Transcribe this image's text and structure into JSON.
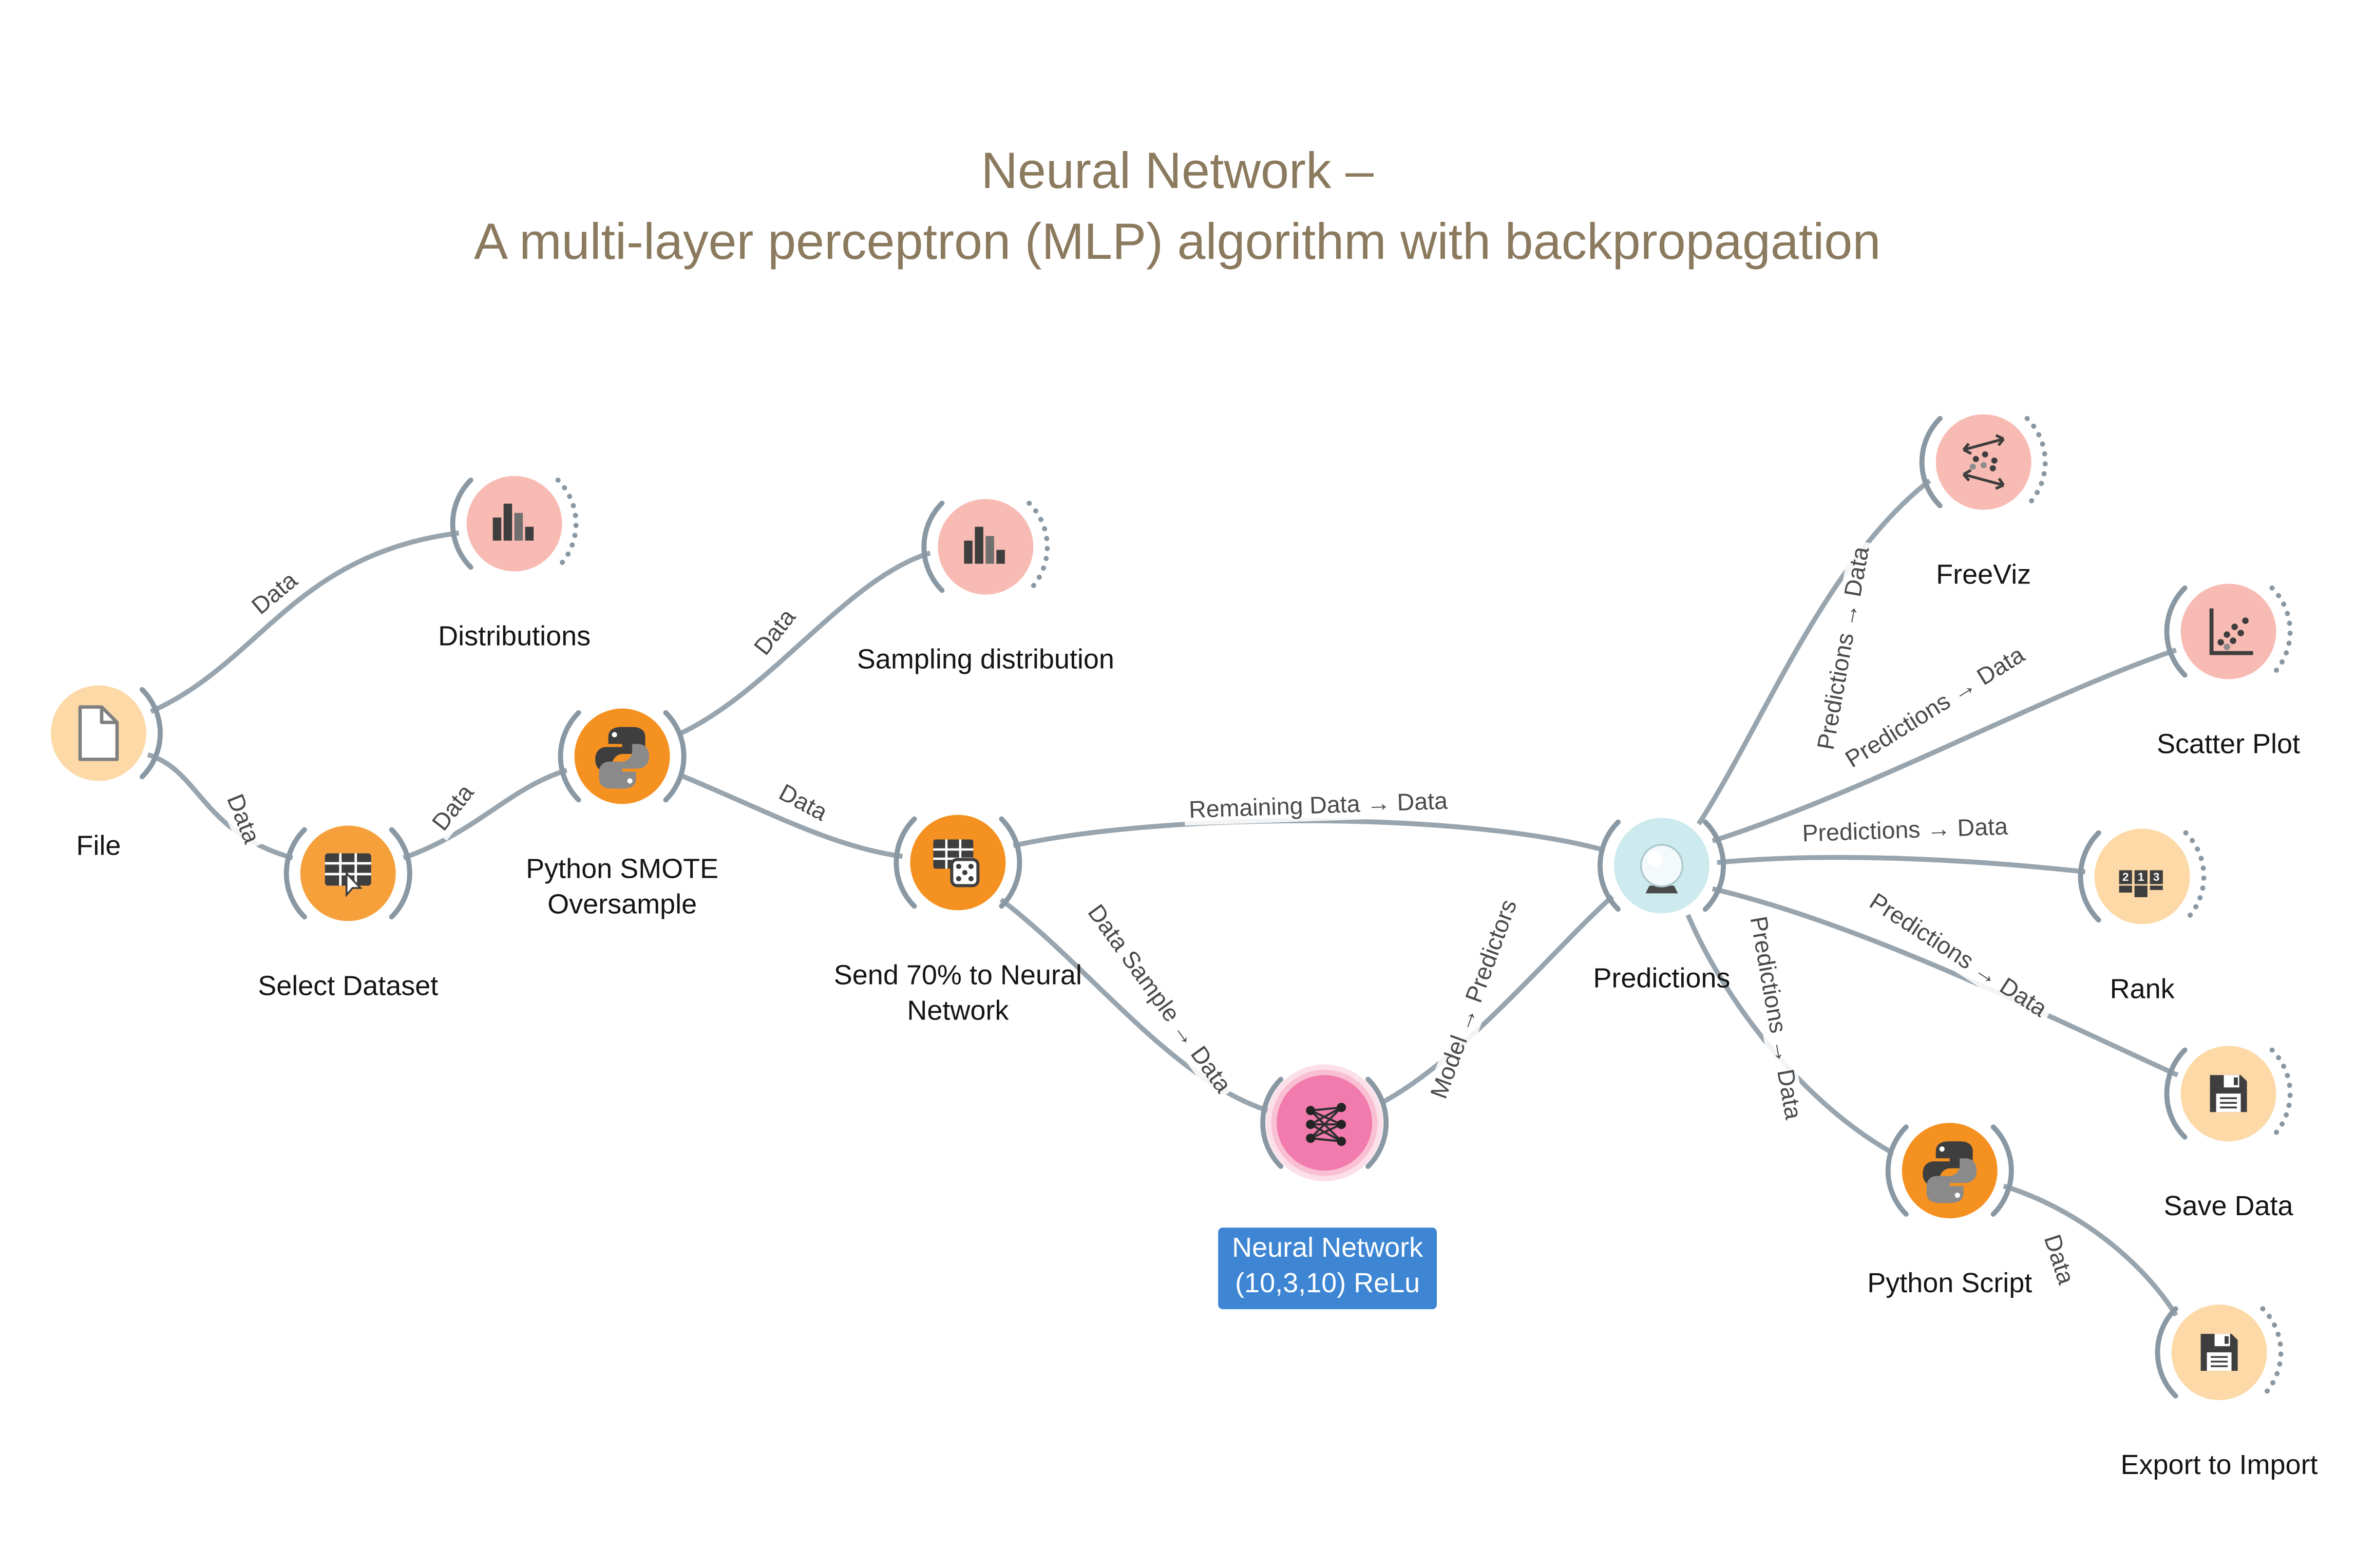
{
  "title": {
    "text": "Neural Network –\nA multi-layer perceptron (MLP) algorithm with backpropagation"
  },
  "nodes": [
    {
      "id": "file",
      "label": "File",
      "icon": "file-icon",
      "category_color": "#FCD9A6"
    },
    {
      "id": "distributions",
      "label": "Distributions",
      "icon": "bar-chart-icon",
      "category_color": "#F8BBB3"
    },
    {
      "id": "select-dataset",
      "label": "Select Dataset",
      "icon": "table-select-icon",
      "category_color": "#F6A03C"
    },
    {
      "id": "python-smote-oversample",
      "label": "Python SMOTE\nOversample",
      "icon": "python-icon",
      "category_color": "#F59120"
    },
    {
      "id": "sampling-distribution",
      "label": "Sampling distribution",
      "icon": "bar-chart-icon",
      "category_color": "#F8BBB3"
    },
    {
      "id": "send-70-to-neural-network",
      "label": "Send 70% to Neural\nNetwork",
      "icon": "table-dice-icon",
      "category_color": "#F59120"
    },
    {
      "id": "neural-network",
      "label": "Neural Network\n(10,3,10) ReLu",
      "icon": "neural-network-icon",
      "category_color": "#F27BAE",
      "selected": true
    },
    {
      "id": "predictions",
      "label": "Predictions",
      "icon": "crystal-ball-icon",
      "category_color": "#CDEBEE"
    },
    {
      "id": "freeviz",
      "label": "FreeViz",
      "icon": "freeviz-icon",
      "category_color": "#F8BBB3"
    },
    {
      "id": "scatter-plot",
      "label": "Scatter Plot",
      "icon": "scatter-plot-icon",
      "category_color": "#F8BBB3"
    },
    {
      "id": "rank",
      "label": "Rank",
      "icon": "rank-icon",
      "category_color": "#FCD9A6"
    },
    {
      "id": "save-data",
      "label": "Save Data",
      "icon": "floppy-icon",
      "category_color": "#FCD9A6"
    },
    {
      "id": "python-script",
      "label": "Python Script",
      "icon": "python-icon",
      "category_color": "#F59120"
    },
    {
      "id": "export-to-import",
      "label": "Export to Import",
      "icon": "floppy-icon",
      "category_color": "#FCD9A6"
    }
  ],
  "edges": [
    {
      "from": "File",
      "to": "Distributions",
      "label": "Data"
    },
    {
      "from": "File",
      "to": "Select Dataset",
      "label": "Data"
    },
    {
      "from": "Select Dataset",
      "to": "Python SMOTE Oversample",
      "label": "Data"
    },
    {
      "from": "Python SMOTE Oversample",
      "to": "Sampling distribution",
      "label": "Data"
    },
    {
      "from": "Python SMOTE Oversample",
      "to": "Send 70% to Neural Network",
      "label": "Data"
    },
    {
      "from": "Send 70% to Neural Network",
      "to": "Predictions",
      "label": "Remaining Data → Data"
    },
    {
      "from": "Send 70% to Neural Network",
      "to": "Neural Network",
      "label": "Data Sample → Data"
    },
    {
      "from": "Neural Network",
      "to": "Predictions",
      "label": "Model → Predictors"
    },
    {
      "from": "Predictions",
      "to": "FreeViz",
      "label": "Predictions → Data"
    },
    {
      "from": "Predictions",
      "to": "Scatter Plot",
      "label": "Predictions → Data"
    },
    {
      "from": "Predictions",
      "to": "Rank",
      "label": "Predictions → Data"
    },
    {
      "from": "Predictions",
      "to": "Save Data",
      "label": "Predictions → Data"
    },
    {
      "from": "Predictions",
      "to": "Python Script",
      "label": "Predictions → Data"
    },
    {
      "from": "Python Script",
      "to": "Export to Import",
      "label": "Data"
    }
  ],
  "rank_digits": [
    "2",
    "1",
    "3"
  ],
  "colors": {
    "title_text": "#8B7A5E",
    "edge_line": "#98A5AF",
    "port_arc": "#8A98A3",
    "selection_label_background": "#3E86D3",
    "selection_label_text": "#FFFFFF",
    "data_widget_orange": "#F59120",
    "data_widget_pale_orange": "#FCD9A6",
    "visualize_widget_pink": "#F8BBB3",
    "model_widget_pink": "#F27BAE",
    "evaluate_widget_cyan": "#CDEBEE",
    "icon_dark": "#3E3E3E",
    "background": "#FFFFFF"
  }
}
